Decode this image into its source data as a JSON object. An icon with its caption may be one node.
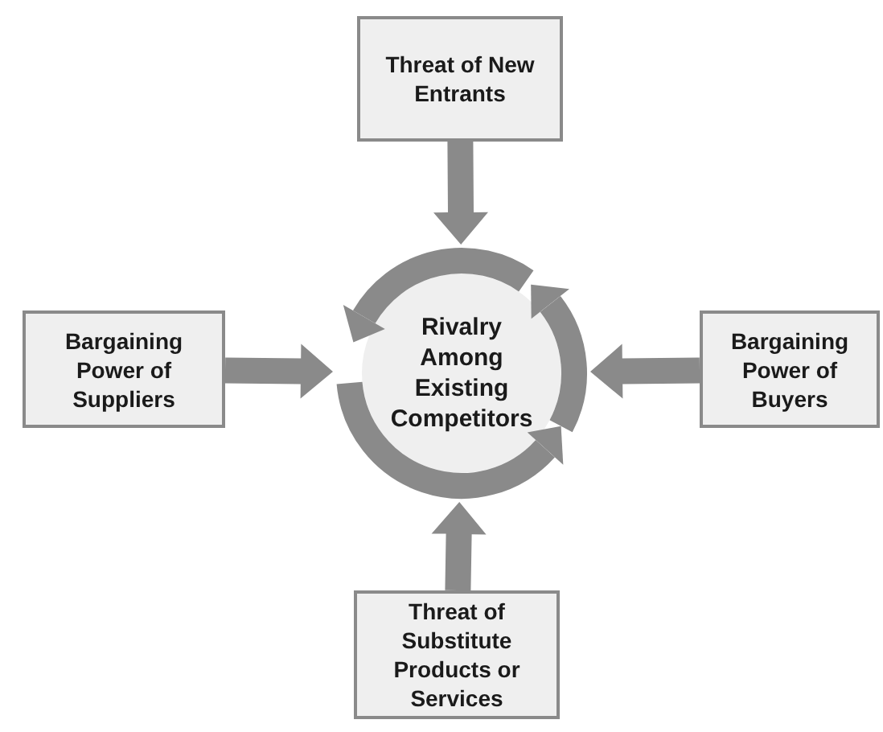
{
  "diagram": {
    "nodes": [
      {
        "text": [
          "Threat of New Entrants"
        ]
      },
      {
        "text": [
          "Bargaining Power of Suppliers"
        ]
      },
      {
        "text": [
          "Rivalry Among Existing Competitors"
        ]
      },
      {
        "text": [
          "Bargaining Power of Buyers"
        ]
      },
      {
        "text": [
          "Threat of Substitute Products or Services"
        ]
      }
    ],
    "edges": [
      {
        "from": 0,
        "to": 2,
        "arrow": "to"
      },
      {
        "from": 1,
        "to": 2,
        "arrow": "to"
      },
      {
        "from": 3,
        "to": 2,
        "arrow": "to"
      },
      {
        "from": 4,
        "to": 2,
        "arrow": "to"
      }
    ]
  }
}
